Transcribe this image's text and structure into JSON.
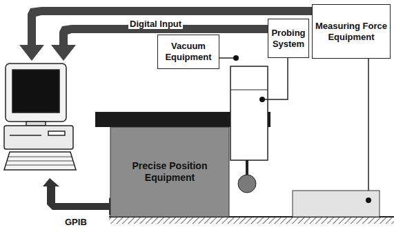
{
  "diagram": {
    "nodes": [
      {
        "text": [
          "Probing System"
        ]
      },
      {
        "text": [
          "Measuring Force Equipment"
        ]
      },
      {
        "text": [
          "Vacuum Equipment"
        ]
      },
      {
        "text": [
          "Precise Position Equipment"
        ]
      }
    ],
    "labels": [
      "Digital Input",
      "GPIB"
    ]
  }
}
